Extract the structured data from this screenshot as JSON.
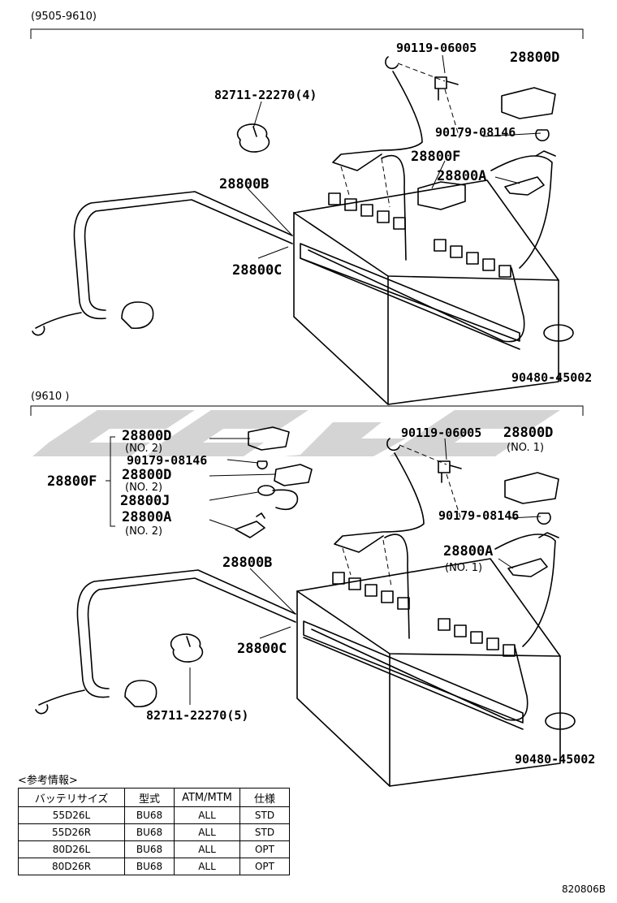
{
  "section_top": {
    "range": "(9505-9610)"
  },
  "section_bottom": {
    "range": "(9610      )"
  },
  "top_labels": {
    "bolt": "90119-06005",
    "cover_d": "28800D",
    "clamp": "82711-22270(4)",
    "nut": "90179-08146",
    "cable_f": "28800F",
    "terminal_a": "28800A",
    "cable_b": "28800B",
    "cable_c": "28800C",
    "grommet": "90480-45002"
  },
  "bottom_labels": {
    "cover_d_no2": "28800D",
    "cover_d_no2_sub": "(NO. 2)",
    "nut_small": "90179-08146",
    "cover_d_no2b": "28800D",
    "cover_d_no2b_sub": "(NO. 2)",
    "cable_f": "28800F",
    "cable_j": "28800J",
    "terminal_a_no2": "28800A",
    "terminal_a_no2_sub": "(NO. 2)",
    "bolt": "90119-06005",
    "cover_d_no1": "28800D",
    "cover_d_no1_sub": "(NO. 1)",
    "nut": "90179-08146",
    "terminal_a_no1": "28800A",
    "terminal_a_no1_sub": "(NO. 1)",
    "cable_b": "28800B",
    "cable_c": "28800C",
    "clamp": "82711-22270(5)",
    "grommet": "90480-45002"
  },
  "info_table": {
    "caption": "<参考情報>",
    "headers": [
      "バッテリサイズ",
      "型式",
      "ATM/MTM",
      "仕様"
    ],
    "rows": [
      [
        "55D26L",
        "BU68",
        "ALL",
        "STD"
      ],
      [
        "55D26R",
        "BU68",
        "ALL",
        "STD"
      ],
      [
        "80D26L",
        "BU68",
        "ALL",
        "OPT"
      ],
      [
        "80D26R",
        "BU68",
        "ALL",
        "OPT"
      ]
    ]
  },
  "figure_code": "820806B"
}
